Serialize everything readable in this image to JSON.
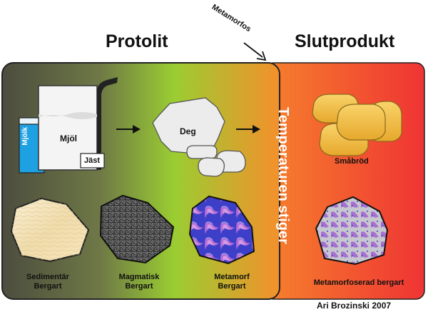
{
  "headers": {
    "protolit": "Protolit",
    "slutprodukt": "Slutprodukt"
  },
  "process_label": "Metamorfos",
  "vertical_label": "Temperaturen stiger",
  "baking": {
    "milk": "Mjölk",
    "flour": "Mjöl",
    "yeast": "Jäst",
    "dough": "Deg",
    "buns": "Småbröd"
  },
  "rocks": {
    "sedimentary": [
      "Sedimentär",
      "Bergart"
    ],
    "igneous": [
      "Magmatisk",
      "Bergart"
    ],
    "metamorphic": [
      "Metamorf",
      "Bergart"
    ],
    "metamorphosed": "Metamorfoserad bergart"
  },
  "credit": "Ari Brozinski 2007",
  "colors": {
    "left_panel_dark": "#4c4d3e",
    "left_panel_green": "#9acd32",
    "left_panel_orange": "#f4902b",
    "right_panel_orange": "#f57a30",
    "right_panel_red": "#ef3434",
    "bun_fill": "#f2c14a",
    "milk_blue": "#1ea1e3",
    "metamorphic_purple": "#a05ac6"
  }
}
